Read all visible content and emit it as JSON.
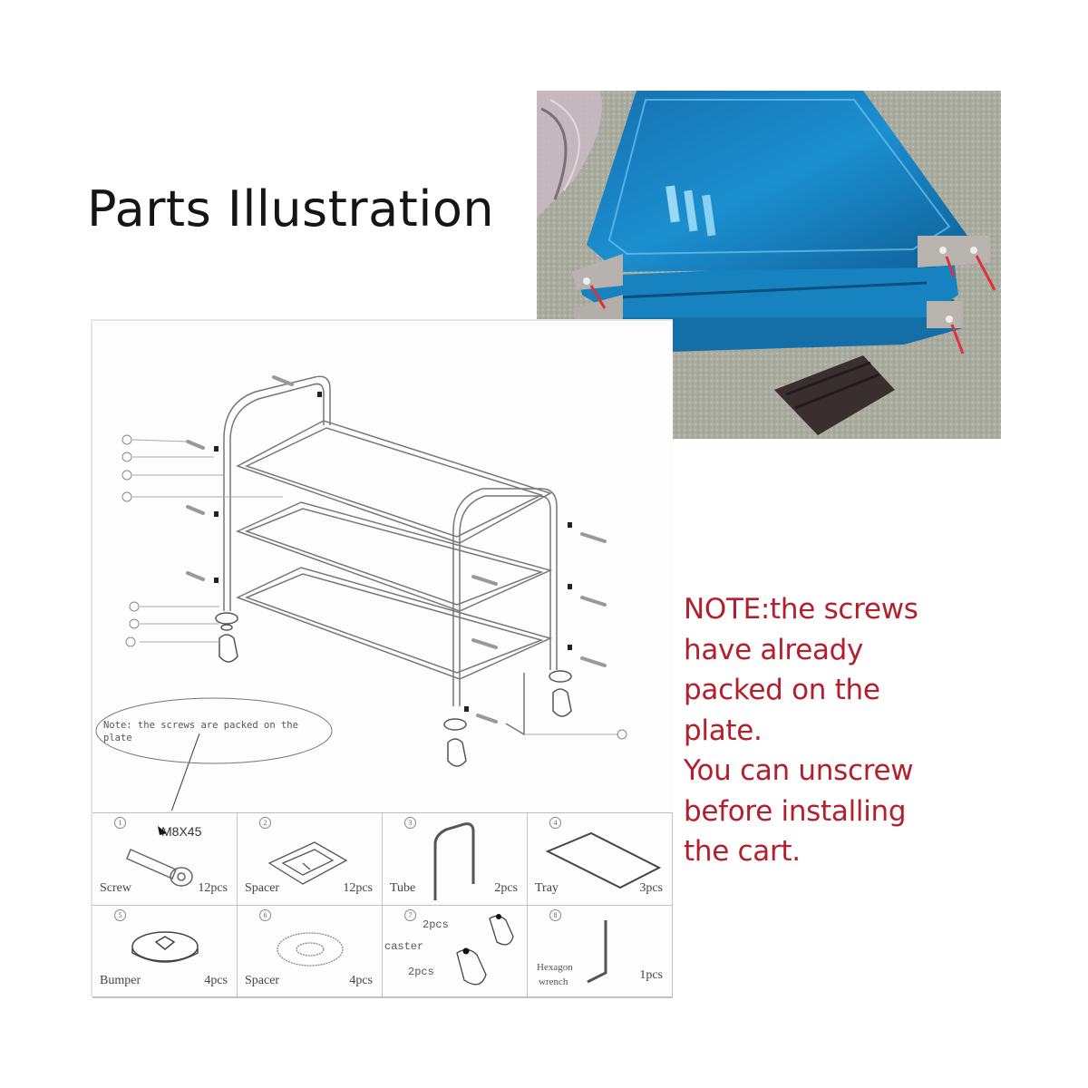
{
  "title": "Parts Illustration",
  "photo": {
    "description": "Stacked blue-film stainless steel trays with corner screws marked by red arrows",
    "colors": {
      "tray_blue": "#1b8fcf",
      "floor": "#a7aa9e",
      "arrow_red": "#e0303a",
      "block": "#3a2f2f"
    }
  },
  "diagram": {
    "callout_note": "Note: the screws are packed on the plate",
    "leader_labels": [
      "1",
      "2",
      "3",
      "4",
      "5",
      "6",
      "7",
      "8"
    ],
    "screw_spec": "M8X45",
    "parts": [
      {
        "num": "1",
        "name": "Screw",
        "qty": "12pcs"
      },
      {
        "num": "2",
        "name": "Spacer",
        "qty": "12pcs"
      },
      {
        "num": "3",
        "name": "Tube",
        "qty": "2pcs"
      },
      {
        "num": "4",
        "name": "Tray",
        "qty": "3pcs"
      },
      {
        "num": "5",
        "name": "Bumper",
        "qty": "4pcs"
      },
      {
        "num": "6",
        "name": "Spacer",
        "qty": "4pcs"
      },
      {
        "num": "7",
        "name": "caster",
        "qty_a": "2pcs",
        "qty_b": "2pcs"
      },
      {
        "num": "8",
        "name_line1": "Hexagon",
        "name_line2": "wrench",
        "qty": "1pcs"
      }
    ]
  },
  "note": {
    "color": "#b3202c",
    "lines": [
      "NOTE:the screws",
      "have already",
      "packed on the",
      "plate.",
      "You can unscrew",
      "before installing",
      "the cart."
    ]
  }
}
